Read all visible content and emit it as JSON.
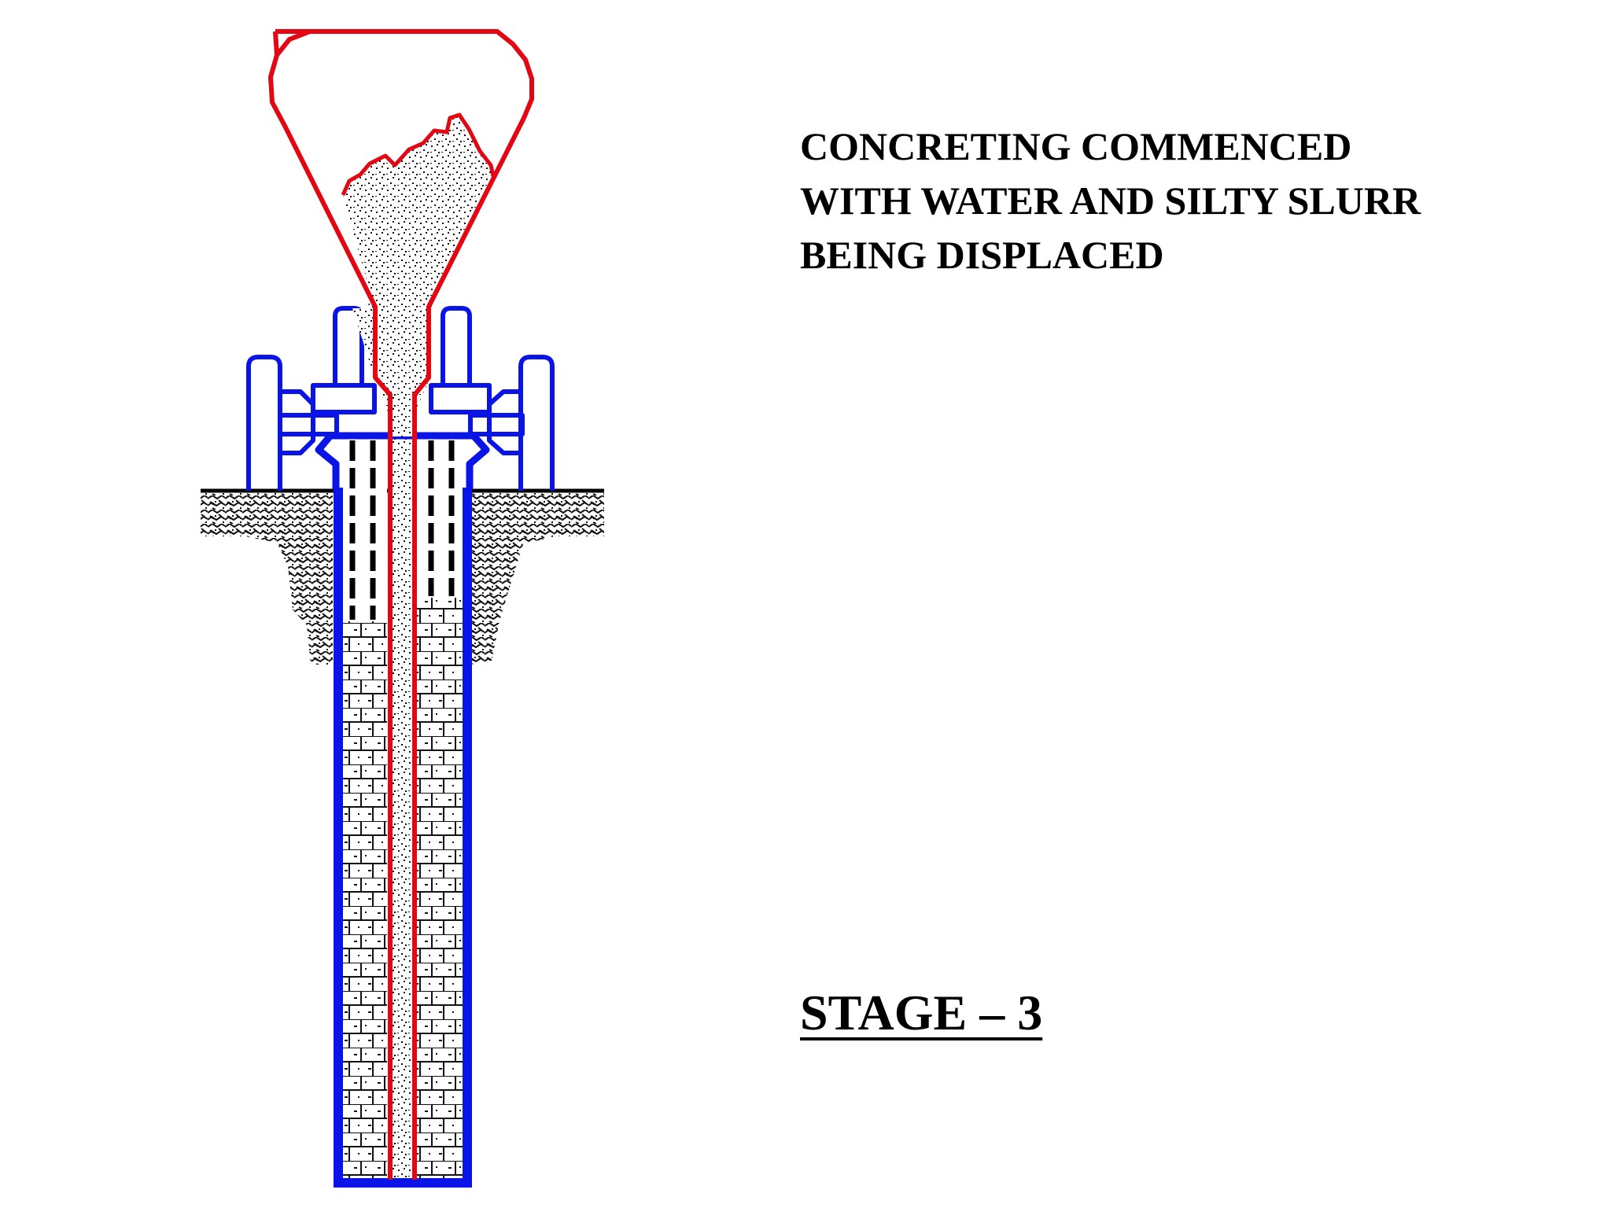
{
  "caption": {
    "lines": [
      "CONCRETING COMMENCED",
      "WITH WATER AND SILTY SLURR",
      "BEING DISPLACED"
    ]
  },
  "stage_label": "STAGE – 3",
  "colors": {
    "tremie_and_hopper": "#e30613",
    "casing_and_clamp": "#0a14e6",
    "ink": "#000000",
    "background": "#ffffff"
  }
}
